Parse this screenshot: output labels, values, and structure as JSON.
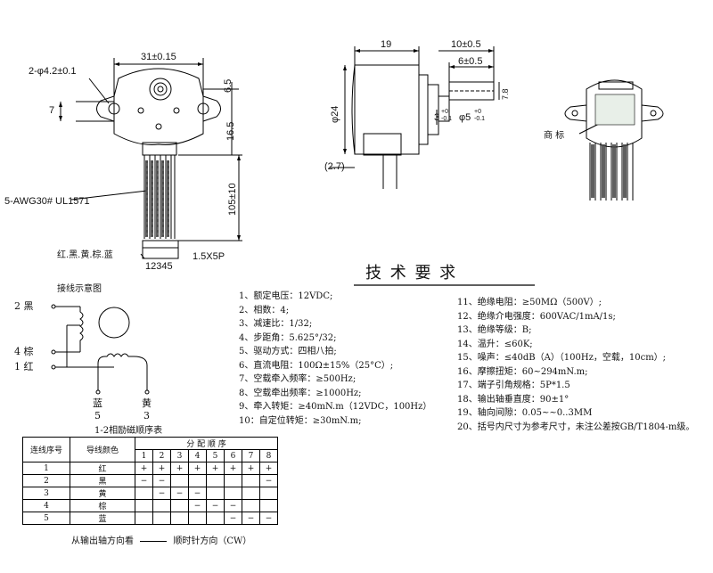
{
  "front_view": {
    "dim_width": "31±0.15",
    "dim_holes": "2-φ4.2±0.1",
    "dim_left_7": "7",
    "dim_6_5": "6.5",
    "dim_16_5": "16.5",
    "dim_105": "105±10",
    "cable_label": "5-AWG30# UL1571",
    "wire_colors": "红.黑.黄.棕.蓝",
    "pin_numbers": "12345",
    "connector": "1.5X5P"
  },
  "side_view": {
    "dim_19": "19",
    "dim_10": "10±0.5",
    "dim_6": "6±0.5",
    "dim_24": "φ24",
    "dim_7_8": "7.8",
    "dim_3": "3",
    "dim_3_tol": "+0 -0.1",
    "dim_5": "φ5",
    "dim_5_tol": "+0 -0.1",
    "dim_2_7": "(2.7)"
  },
  "iso_view": {
    "trademark": "商 标"
  },
  "tech_title": "技 术 要 求",
  "specs_left": [
    "1、额定电压：12VDC;",
    "2、相数：4;",
    "3、减速比：1/32;",
    "4、步距角：5.625°/32;",
    "5、驱动方式：四相八拍;",
    "6、直流电阻：100Ω±15%（25°C）;",
    "7、空载牵入频率：≥500Hz;",
    "8、空载牵出频率：≥1000Hz;",
    "9、牵入转矩：≥40mN.m（12VDC，100Hz）",
    "10：自定位转矩：≥30mN.m;"
  ],
  "specs_right": [
    "11、绝缘电阻：≥50MΩ（500V）;",
    "12、绝缘介电强度：600VAC/1mA/1s;",
    "13、绝缘等级：B;",
    "14、温升：≤60K;",
    "15、噪声：≤40dB（A）（100Hz，空载，10cm）;",
    "16、摩擦扭矩：60~294mN.m;",
    "17、端子引角规格：5P*1.5",
    "18、输出轴垂直度：90±1°",
    "19、轴向间隙：0.05~~0..3MM",
    "20、括号内尺寸为参考尺寸，未注公差按GB/T1804-m级。"
  ],
  "wiring": {
    "title": "接线示意图",
    "label_2": "2 黑",
    "label_4": "4 棕",
    "label_1": "1 红",
    "label_blue": "蓝",
    "label_5": "5",
    "label_yellow": "黄",
    "label_3": "3"
  },
  "sequence": {
    "title": "1-2相励磁顺序表",
    "col_seq": "连线序号",
    "col_color": "导线颜色",
    "col_dist": "分 配 顺 序",
    "steps": [
      "1",
      "2",
      "3",
      "4",
      "5",
      "6",
      "7",
      "8"
    ],
    "rows": [
      {
        "no": "1",
        "color": "红",
        "cells": [
          "+",
          "+",
          "+",
          "+",
          "+",
          "+",
          "+",
          "+"
        ]
      },
      {
        "no": "2",
        "color": "黑",
        "cells": [
          "−",
          "−",
          "",
          "",
          "",
          "",
          "",
          "−"
        ]
      },
      {
        "no": "3",
        "color": "黄",
        "cells": [
          "",
          "−",
          "−",
          "−",
          "",
          "",
          "",
          ""
        ]
      },
      {
        "no": "4",
        "color": "棕",
        "cells": [
          "",
          "",
          "",
          "−",
          "−",
          "−",
          "",
          ""
        ]
      },
      {
        "no": "5",
        "color": "蓝",
        "cells": [
          "",
          "",
          "",
          "",
          "",
          "−",
          "−",
          "−"
        ]
      }
    ],
    "footer_left": "从输出轴方向看",
    "footer_right": "顺时针方向（CW）"
  }
}
